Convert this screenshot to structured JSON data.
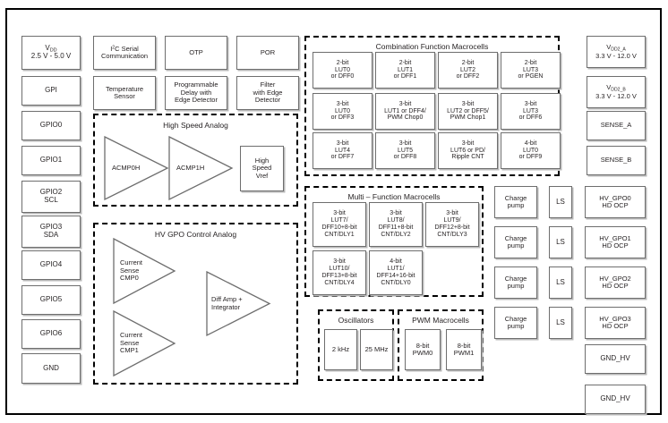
{
  "diagram": {
    "left_column": [
      {
        "name": "vdd",
        "line1_html": "V<sub>DD</sub>",
        "line2": "2.5 V - 5.0 V"
      },
      {
        "name": "gpi",
        "line1": "GPI"
      },
      {
        "name": "gpio0",
        "line1": "GPIO0"
      },
      {
        "name": "gpio1",
        "line1": "GPIO1"
      },
      {
        "name": "gpio2",
        "line1": "GPIO2",
        "line2": "SCL"
      },
      {
        "name": "gpio3",
        "line1": "GPIO3",
        "line2": "SDA"
      },
      {
        "name": "gpio4",
        "line1": "GPIO4"
      },
      {
        "name": "gpio5",
        "line1": "GPIO5"
      },
      {
        "name": "gpio6",
        "line1": "GPIO6"
      },
      {
        "name": "gnd",
        "line1": "GND"
      }
    ],
    "top_blocks": [
      {
        "name": "i2c-serial-communication",
        "line1_html": "I<sup>2</sup>C Serial",
        "line2": "Communication"
      },
      {
        "name": "otp",
        "line1": "OTP"
      },
      {
        "name": "por",
        "line1": "POR"
      },
      {
        "name": "temperature-sensor",
        "line1": "Temperature",
        "line2": "Sensor"
      },
      {
        "name": "programmable-delay-with-edge-detector",
        "line1": "Programmable",
        "line2": "Delay with",
        "line3": "Edge Detector"
      },
      {
        "name": "filter-with-edge-detector",
        "line1": "Filter",
        "line2": "with Edge",
        "line3": "Detector"
      }
    ],
    "high_speed_analog": {
      "title": "High Speed Analog",
      "amps": [
        {
          "name": "acmp0h",
          "label": "ACMP0H"
        },
        {
          "name": "acmp1h",
          "label": "ACMP1H"
        }
      ],
      "vref": {
        "name": "high-speed-vref",
        "line1": "High",
        "line2": "Speed",
        "line3": "Vref"
      }
    },
    "hv_gpo_control_analog": {
      "title": "HV GPO Control Analog",
      "amps": [
        {
          "name": "current-sense-cmp0",
          "lines": [
            "Current",
            "Sense",
            "CMP0"
          ]
        },
        {
          "name": "current-sense-cmp1",
          "lines": [
            "Current",
            "Sense",
            "CMP1"
          ]
        },
        {
          "name": "diff-amp-integrator",
          "lines": [
            "Diff Amp +",
            "Integrator"
          ]
        }
      ]
    },
    "combination_function_macrocells": {
      "title": "Combination Function Macrocells",
      "cells": [
        {
          "name": "cfm-2bit-lut0",
          "lines": [
            "2-bit",
            "LUT0",
            "or DFF0"
          ]
        },
        {
          "name": "cfm-2bit-lut1",
          "lines": [
            "2-bit",
            "LUT1",
            "or DFF1"
          ]
        },
        {
          "name": "cfm-2bit-lut2",
          "lines": [
            "2-bit",
            "LUT2",
            "or DFF2"
          ]
        },
        {
          "name": "cfm-2bit-lut3",
          "lines": [
            "2-bit",
            "LUT3",
            "or PGEN"
          ]
        },
        {
          "name": "cfm-3bit-lut0",
          "lines": [
            "3-bit",
            "LUT0",
            "or DFF3"
          ]
        },
        {
          "name": "cfm-3bit-lut1",
          "lines": [
            "3-bit",
            "LUT1 or DFF4/",
            "PWM Chop0"
          ]
        },
        {
          "name": "cfm-3bit-lut2",
          "lines": [
            "3-bit",
            "LUT2 or DFF5/",
            "PWM Chop1"
          ]
        },
        {
          "name": "cfm-3bit-lut3",
          "lines": [
            "3-bit",
            "LUT3",
            "or DFF6"
          ]
        },
        {
          "name": "cfm-3bit-lut4",
          "lines": [
            "3-bit",
            "LUT4",
            "or DFF7"
          ]
        },
        {
          "name": "cfm-3bit-lut5",
          "lines": [
            "3-bit",
            "LUT5",
            "or DFF8"
          ]
        },
        {
          "name": "cfm-3bit-lut6",
          "lines": [
            "3-bit",
            "LUT6 or PD/",
            "Ripple CNT"
          ]
        },
        {
          "name": "cfm-4bit-lut0",
          "lines": [
            "4-bit",
            "LUT0",
            "or DFF9"
          ]
        }
      ]
    },
    "multi_function_macrocells": {
      "title": "Multi – Function Macrocells",
      "cells": [
        {
          "name": "mfm-3bit-lut7",
          "lines": [
            "3-bit",
            "LUT7/",
            "DFF10+8-bit",
            "CNT/DLY1"
          ]
        },
        {
          "name": "mfm-3bit-lut8",
          "lines": [
            "3-bit",
            "LUT8/",
            "DFF11+8-bit",
            "CNT/DLY2"
          ]
        },
        {
          "name": "mfm-3bit-lut9",
          "lines": [
            "3-bit",
            "LUT9/",
            "DFF12+8-bit",
            "CNT/DLY3"
          ]
        },
        {
          "name": "mfm-3bit-lut10",
          "lines": [
            "3-bit",
            "LUT10/",
            "DFF13+8-bit",
            "CNT/DLY4"
          ]
        },
        {
          "name": "mfm-4bit-lut1",
          "lines": [
            "4-bit",
            "LUT1/",
            "DFF14+16-bit",
            "CNT/DLY0"
          ]
        }
      ]
    },
    "oscillators": {
      "title": "Oscillators",
      "cells": [
        {
          "name": "osc-2khz",
          "lines": [
            "2 kHz"
          ]
        },
        {
          "name": "osc-25mhz",
          "lines": [
            "25 MHz"
          ]
        }
      ]
    },
    "pwm_macrocells": {
      "title": "PWM Macrocells",
      "cells": [
        {
          "name": "pwm0",
          "lines": [
            "8-bit",
            "PWM0"
          ]
        },
        {
          "name": "pwm1",
          "lines": [
            "8-bit",
            "PWM1"
          ]
        }
      ]
    },
    "charge_pumps": [
      {
        "name": "charge-pump-0",
        "lines": [
          "Charge",
          "pump"
        ]
      },
      {
        "name": "charge-pump-1",
        "lines": [
          "Charge",
          "pump"
        ]
      },
      {
        "name": "charge-pump-2",
        "lines": [
          "Charge",
          "pump"
        ]
      },
      {
        "name": "charge-pump-3",
        "lines": [
          "Charge",
          "pump"
        ]
      }
    ],
    "level_shifters": [
      {
        "name": "level-shifter-0",
        "lines": [
          "LS"
        ]
      },
      {
        "name": "level-shifter-1",
        "lines": [
          "LS"
        ]
      },
      {
        "name": "level-shifter-2",
        "lines": [
          "LS"
        ]
      },
      {
        "name": "level-shifter-3",
        "lines": [
          "LS"
        ]
      }
    ],
    "hv_outputs": [
      {
        "name": "hv-gpo0",
        "lines": [
          "HV_GPO0",
          "HD OCP"
        ]
      },
      {
        "name": "hv-gpo1",
        "lines": [
          "HV_GPO1",
          "HD OCP"
        ]
      },
      {
        "name": "hv-gpo2",
        "lines": [
          "HV_GPO2",
          "HD OCP"
        ]
      },
      {
        "name": "hv-gpo3",
        "lines": [
          "HV_GPO3",
          "HD OCP"
        ]
      }
    ],
    "right_column": [
      {
        "name": "vdd2a",
        "line1_html": "V<sub>DD2_A</sub>",
        "line2": "3.3 V - 12.0 V"
      },
      {
        "name": "vdd2b",
        "line1_html": "V<sub>DD2_B</sub>",
        "line2": "3.3 V - 12.0 V"
      },
      {
        "name": "sense-a",
        "line1": "SENSE_A"
      },
      {
        "name": "sense-b",
        "line1": "SENSE_B"
      }
    ],
    "gnd_hv": [
      {
        "name": "gnd-hv-0",
        "line1": "GND_HV"
      },
      {
        "name": "gnd-hv-1",
        "line1": "GND_HV"
      }
    ]
  }
}
